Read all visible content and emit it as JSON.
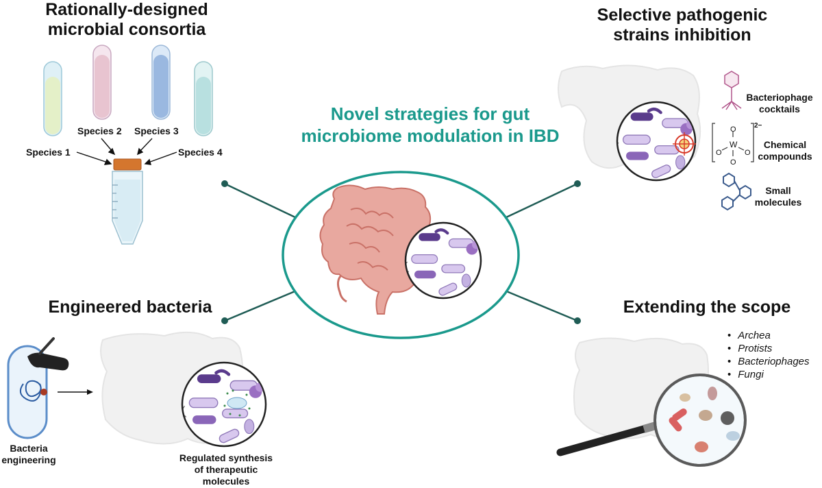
{
  "center": {
    "title_line1": "Novel strategies for gut",
    "title_line2": "microbiome modulation in IBD"
  },
  "consortia": {
    "title_line1": "Rationally-designed",
    "title_line2": "microbial consortia",
    "species": [
      "Species 1",
      "Species 2",
      "Species 3",
      "Species 4"
    ]
  },
  "inhibition": {
    "title_line1": "Selective pathogenic",
    "title_line2": "strains inhibition",
    "items": [
      {
        "line1": "Bacteriophage",
        "line2": "cocktails"
      },
      {
        "line1": "Chemical",
        "line2": "compounds"
      },
      {
        "line1": "Small",
        "line2": "molecules"
      }
    ],
    "chem_charge": "2−",
    "chem_center": "W",
    "chem_oxygen": "O"
  },
  "engineered": {
    "title": "Engineered bacteria",
    "left_label_line1": "Bacteria",
    "left_label_line2": "engineering",
    "bottom_label_line1": "Regulated synthesis",
    "bottom_label_line2": "of therapeutic",
    "bottom_label_line3": "molecules"
  },
  "scope": {
    "title": "Extending the scope",
    "items": [
      "Archea",
      "Protists",
      "Bacteriophages",
      "Fungi"
    ]
  },
  "colors": {
    "teal": "#1a998c",
    "dark_teal": "#1f5c55",
    "gut_pink": "#e0958c",
    "gut_faded": "#eeeeee",
    "bacteria_purple": "#b8a6d9",
    "tube_blue": "#5b8dc9"
  },
  "icons": [
    "microscope-circle-icon",
    "test-tube-icon",
    "falcon-tube-icon",
    "bacteriophage-icon",
    "target-icon",
    "magnifier-icon",
    "plasmid-icon",
    "gloved-hand-icon",
    "intestine-icon"
  ]
}
